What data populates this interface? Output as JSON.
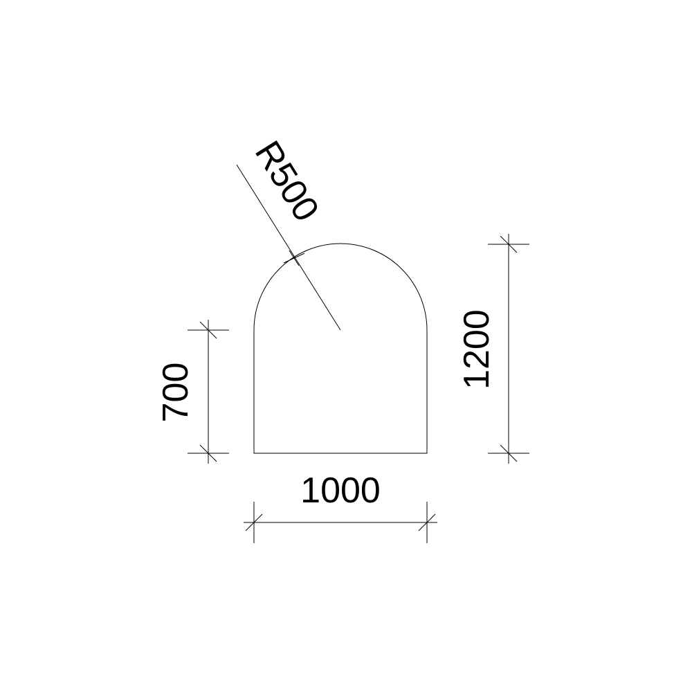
{
  "diagram": {
    "shape": "arch-top panel",
    "dimensions": {
      "width_label": "1000",
      "side_height_label": "700",
      "total_height_label": "1200",
      "radius_label": "R500"
    },
    "colors": {
      "line": "#000000",
      "background": "#ffffff"
    }
  }
}
